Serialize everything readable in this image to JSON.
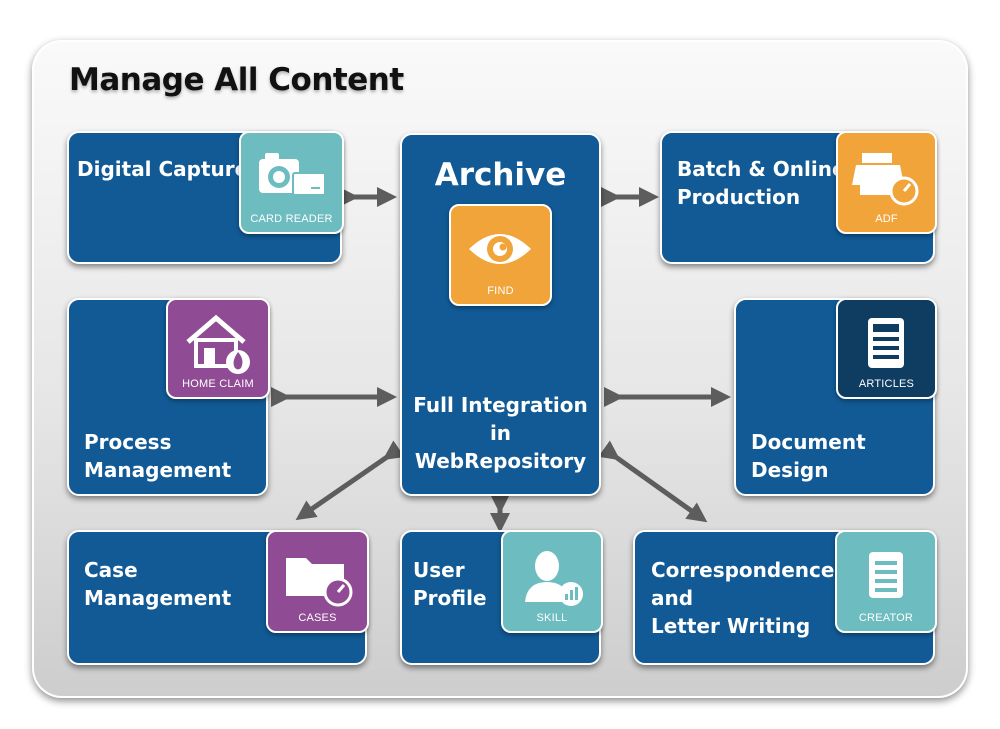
{
  "title": "Manage All Content",
  "colors": {
    "box_blue": "#115a95",
    "teal_tile": "#6cbcc0",
    "orange_tile": "#f1a43a",
    "purple_tile": "#8f4b93",
    "navy_tile": "#0f3c61",
    "arrow": "#5d5d5d"
  },
  "archive": {
    "title": "Archive",
    "subtitle": "Full Integration\nin WebRepository",
    "tile": {
      "caption": "FIND",
      "icon": "eye-icon"
    }
  },
  "boxes": {
    "digital_capture": {
      "label": "Digital Capture",
      "tile": {
        "caption": "CARD READER",
        "icon": "camera-card-icon"
      }
    },
    "batch_production": {
      "label": "Batch & Online\nProduction",
      "tile": {
        "caption": "ADF",
        "icon": "printer-gauge-icon"
      }
    },
    "process_management": {
      "label": "Process\nManagement",
      "tile": {
        "caption": "HOME CLAIM",
        "icon": "house-fire-icon"
      }
    },
    "document_design": {
      "label": "Document\nDesign",
      "tile": {
        "caption": "ARTICLES",
        "icon": "article-document-icon"
      }
    },
    "case_management": {
      "label": "Case\nManagement",
      "tile": {
        "caption": "CASES",
        "icon": "folder-gauge-icon"
      }
    },
    "user_profile": {
      "label": "User\nProfile",
      "tile": {
        "caption": "SKILL",
        "icon": "user-chart-icon"
      }
    },
    "correspondence": {
      "label": "Correspondence\nand\nLetter Writing",
      "tile": {
        "caption": "CREATOR",
        "icon": "document-lines-icon"
      }
    }
  }
}
